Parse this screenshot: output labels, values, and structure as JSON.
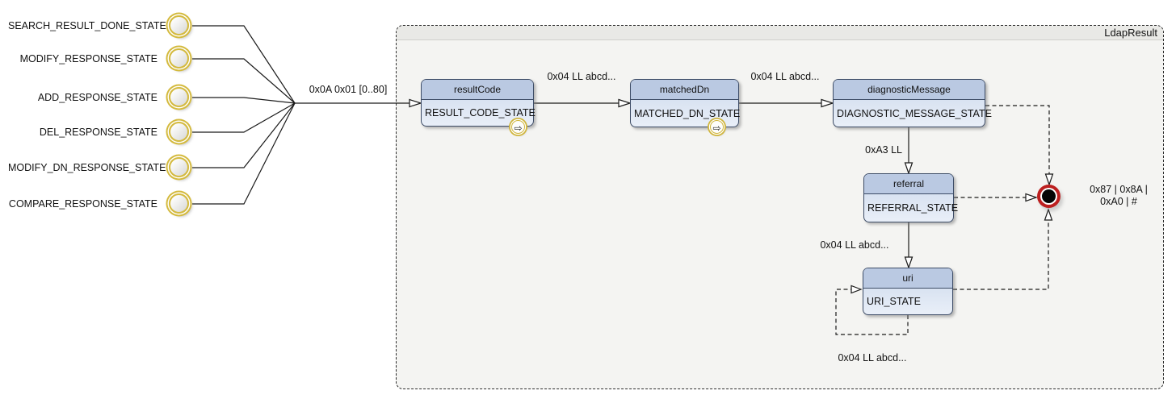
{
  "region": {
    "label": "LdapResult"
  },
  "source_states": [
    "SEARCH_RESULT_DONE_STATE",
    "MODIFY_RESPONSE_STATE",
    "ADD_RESPONSE_STATE",
    "DEL_RESPONSE_STATE",
    "MODIFY_DN_RESPONSE_STATE",
    "COMPARE_RESPONSE_STATE"
  ],
  "states": [
    {
      "title": "resultCode",
      "state": "RESULT_CODE_STATE"
    },
    {
      "title": "matchedDn",
      "state": "MATCHED_DN_STATE"
    },
    {
      "title": "diagnosticMessage",
      "state": "DIAGNOSTIC_MESSAGE_STATE"
    },
    {
      "title": "referral",
      "state": "REFERRAL_STATE"
    },
    {
      "title": "uri",
      "state": "URI_STATE"
    }
  ],
  "transitions": {
    "entry": "0x0A 0x01 [0..80]",
    "result_to_matched": "0x04 LL abcd...",
    "matched_to_diagnostic": "0x04 LL abcd...",
    "diagnostic_to_referral": "0xA3 LL",
    "referral_to_uri": "0x04 LL abcd...",
    "uri_self_loop": "0x04 LL abcd...",
    "to_final_line1": "0x87 | 0x8A |",
    "to_final_line2": "0xA0 | #"
  },
  "icons": {
    "exit_arrow": "⇨"
  },
  "colors": {
    "state_border": "#3d4c66",
    "state_header": "#bac9e2",
    "state_body_top": "#ccd9ec",
    "state_body_bottom": "#e9eff8",
    "pseudo_state_ring": "#d4ba3e",
    "final_state_ring": "#bc1f1f",
    "region_background": "#f4f4f2"
  }
}
